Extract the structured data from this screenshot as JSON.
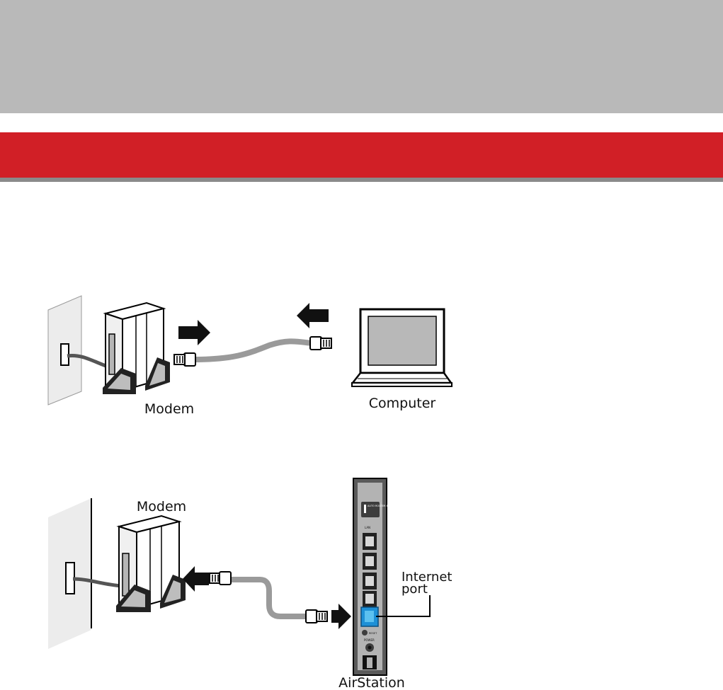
{
  "figure1": {
    "modem_label": "Modem",
    "computer_label": "Computer"
  },
  "figure2": {
    "modem_label": "Modem",
    "airstation_label": "AirStation",
    "internet_port_line1": "Internet",
    "internet_port_line2": "port",
    "router_labels": {
      "switch": "AUTO ROUTER BRIDGE",
      "lan": "LAN",
      "reset": "RESET",
      "power": "POWER"
    }
  },
  "colors": {
    "header_band": "#b9b9b9",
    "title_band": "#d11f26",
    "internet_port": "#1e90d6"
  }
}
